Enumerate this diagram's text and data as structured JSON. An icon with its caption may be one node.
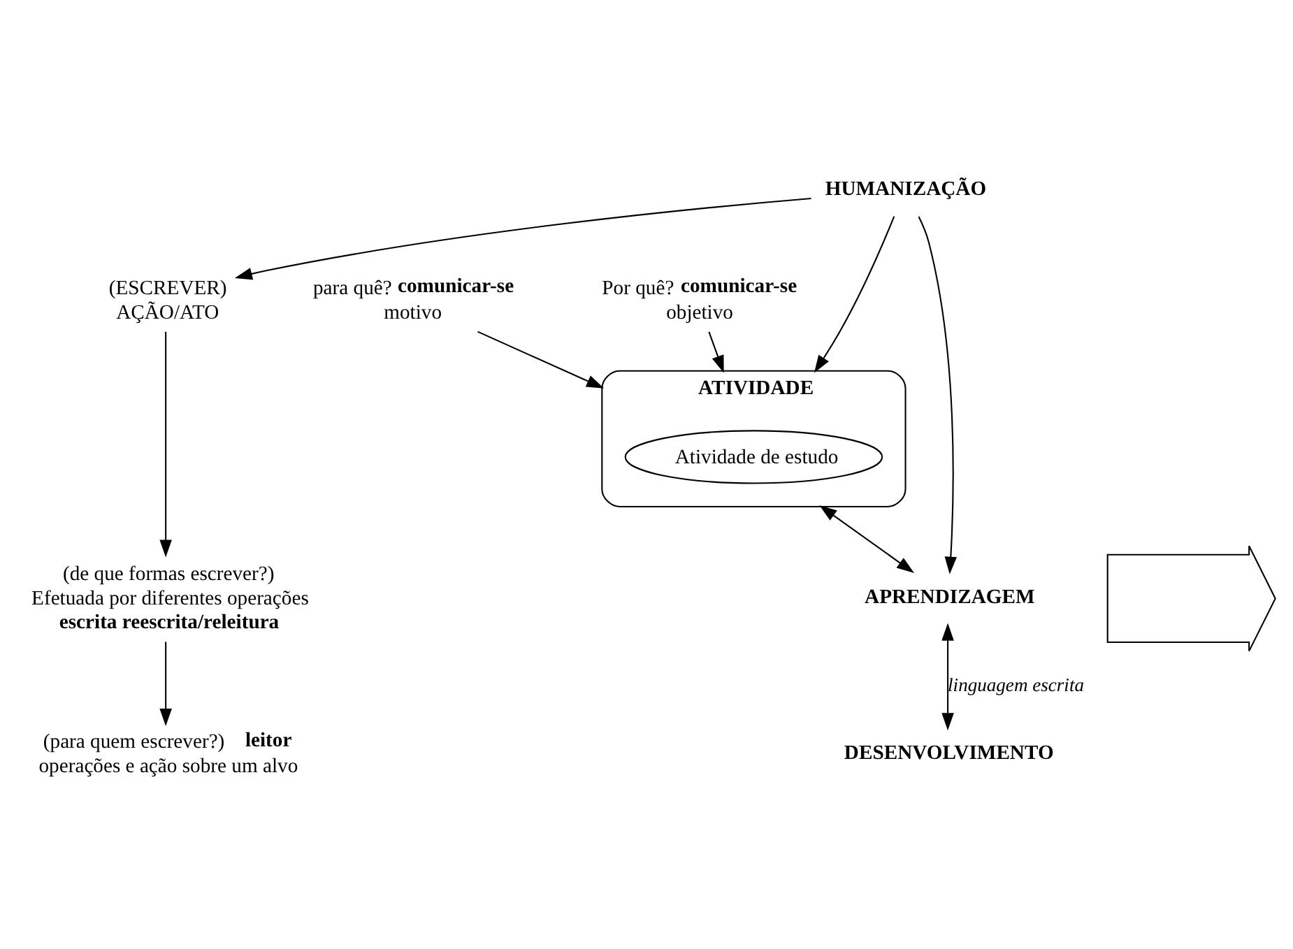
{
  "diagram": {
    "nodes": [
      {
        "text": [
          "HUMANIZAÇÃO"
        ]
      },
      {
        "text": [
          "(ESCREVER)",
          "AÇÃO/ATO"
        ]
      },
      {
        "text": [
          "para quê? **comunicar-se**",
          "motivo"
        ]
      },
      {
        "text": [
          "ATIVIDADE"
        ]
      },
      {
        "text": [
          "Atividade de estudo"
        ],
        "in": 3
      },
      {
        "text": [
          "Por quê? **comunicar-se**",
          "objetivo"
        ]
      },
      {
        "text": [
          "(de que formas escrever?)",
          "Efetuada por diferentes operações"
        ],
        "beside": [
          "escrita reescrita/releitura"
        ]
      },
      {
        "text": [
          "(para quem escrever?) **leitor**",
          "operações e ação sobre um alvo"
        ]
      },
      {
        "text": [],
        "shape": "arrow"
      },
      {
        "text": [
          "APRENDIZAGEM"
        ]
      },
      {
        "text": [
          "DESENVOLVIMENTO"
        ]
      }
    ],
    "edges": [
      {
        "from": 0,
        "to": 1,
        "arrow": "to"
      },
      {
        "from": 0,
        "to": 3,
        "arrow": "to"
      },
      {
        "from": 0,
        "to": 9,
        "arrow": "to"
      },
      {
        "from": 2,
        "to": 3,
        "arrow": "to"
      },
      {
        "from": 5,
        "to": 3,
        "arrow": "to"
      },
      {
        "from": 1,
        "to": 6,
        "arrow": "to"
      },
      {
        "from": 6,
        "to": 7,
        "arrow": "to"
      },
      {
        "from": 3,
        "to": 9,
        "arrow": "both"
      },
      {
        "from": 9,
        "to": 10,
        "label": "linguagem escrita",
        "arrow": "both"
      }
    ]
  }
}
